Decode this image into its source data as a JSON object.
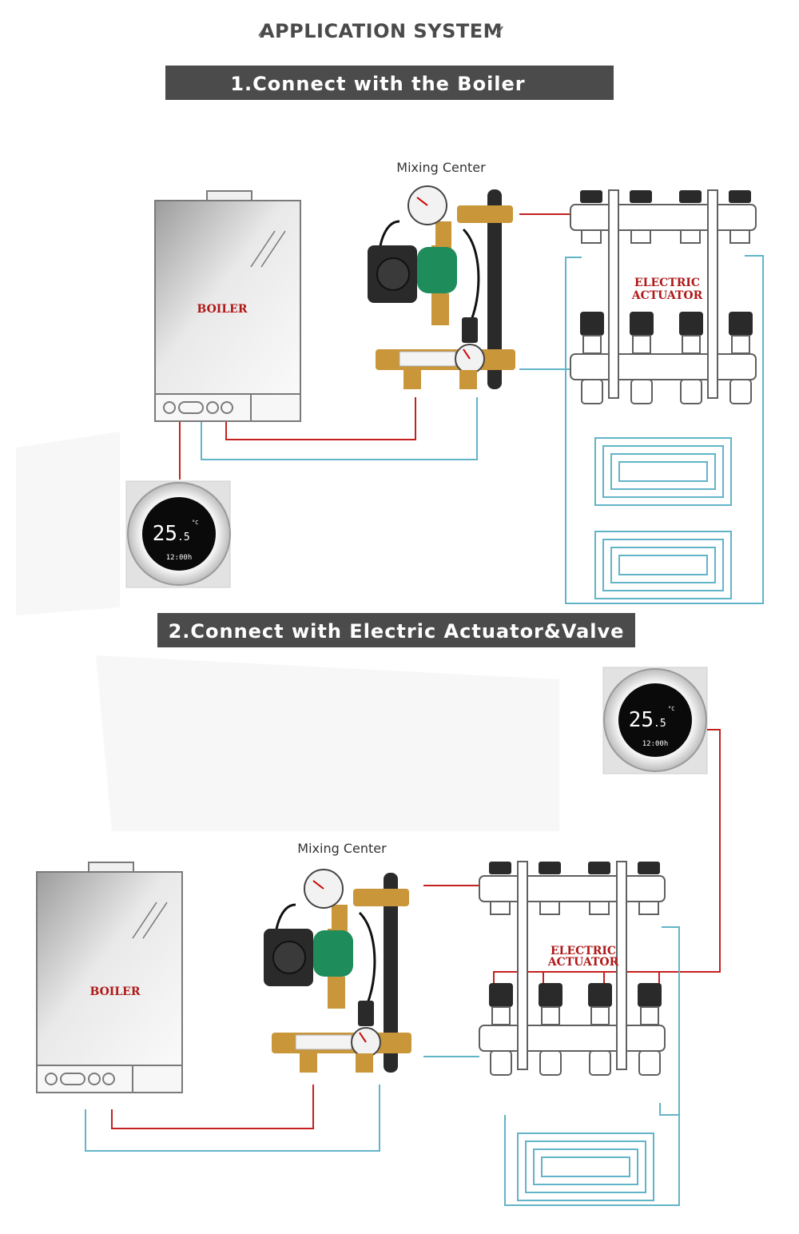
{
  "header": {
    "title": "APPLICATION SYSTEM"
  },
  "sections": [
    {
      "banner": "1.Connect with the Boiler",
      "mixing_center_label": "Mixing Center",
      "boiler_label": "BOILER",
      "actuator_label_line1": "ELECTRIC",
      "actuator_label_line2": "ACTUATOR",
      "thermostat": {
        "temp_int": "25",
        "temp_dec": ".5",
        "unit": "°C",
        "clock": "12:00h"
      }
    },
    {
      "banner": "2.Connect with Electric Actuator&Valve",
      "mixing_center_label": "Mixing Center",
      "boiler_label": "BOILER",
      "actuator_label_line1": "ELECTRIC",
      "actuator_label_line2": "ACTUATOR",
      "thermostat": {
        "temp_int": "25",
        "temp_dec": ".5",
        "unit": "°C",
        "clock": "12:00h"
      }
    }
  ],
  "colors": {
    "supply_pipe": "#c52020",
    "return_pipe": "#62b4c8",
    "banner": "#4b4b4b",
    "label_red": "#b01818"
  },
  "icons": [
    "slash-icon",
    "boiler-icon",
    "pump-icon",
    "gauge-icon",
    "manifold-icon",
    "actuator-icon",
    "thermostat-icon",
    "underfloor-loop-icon"
  ]
}
